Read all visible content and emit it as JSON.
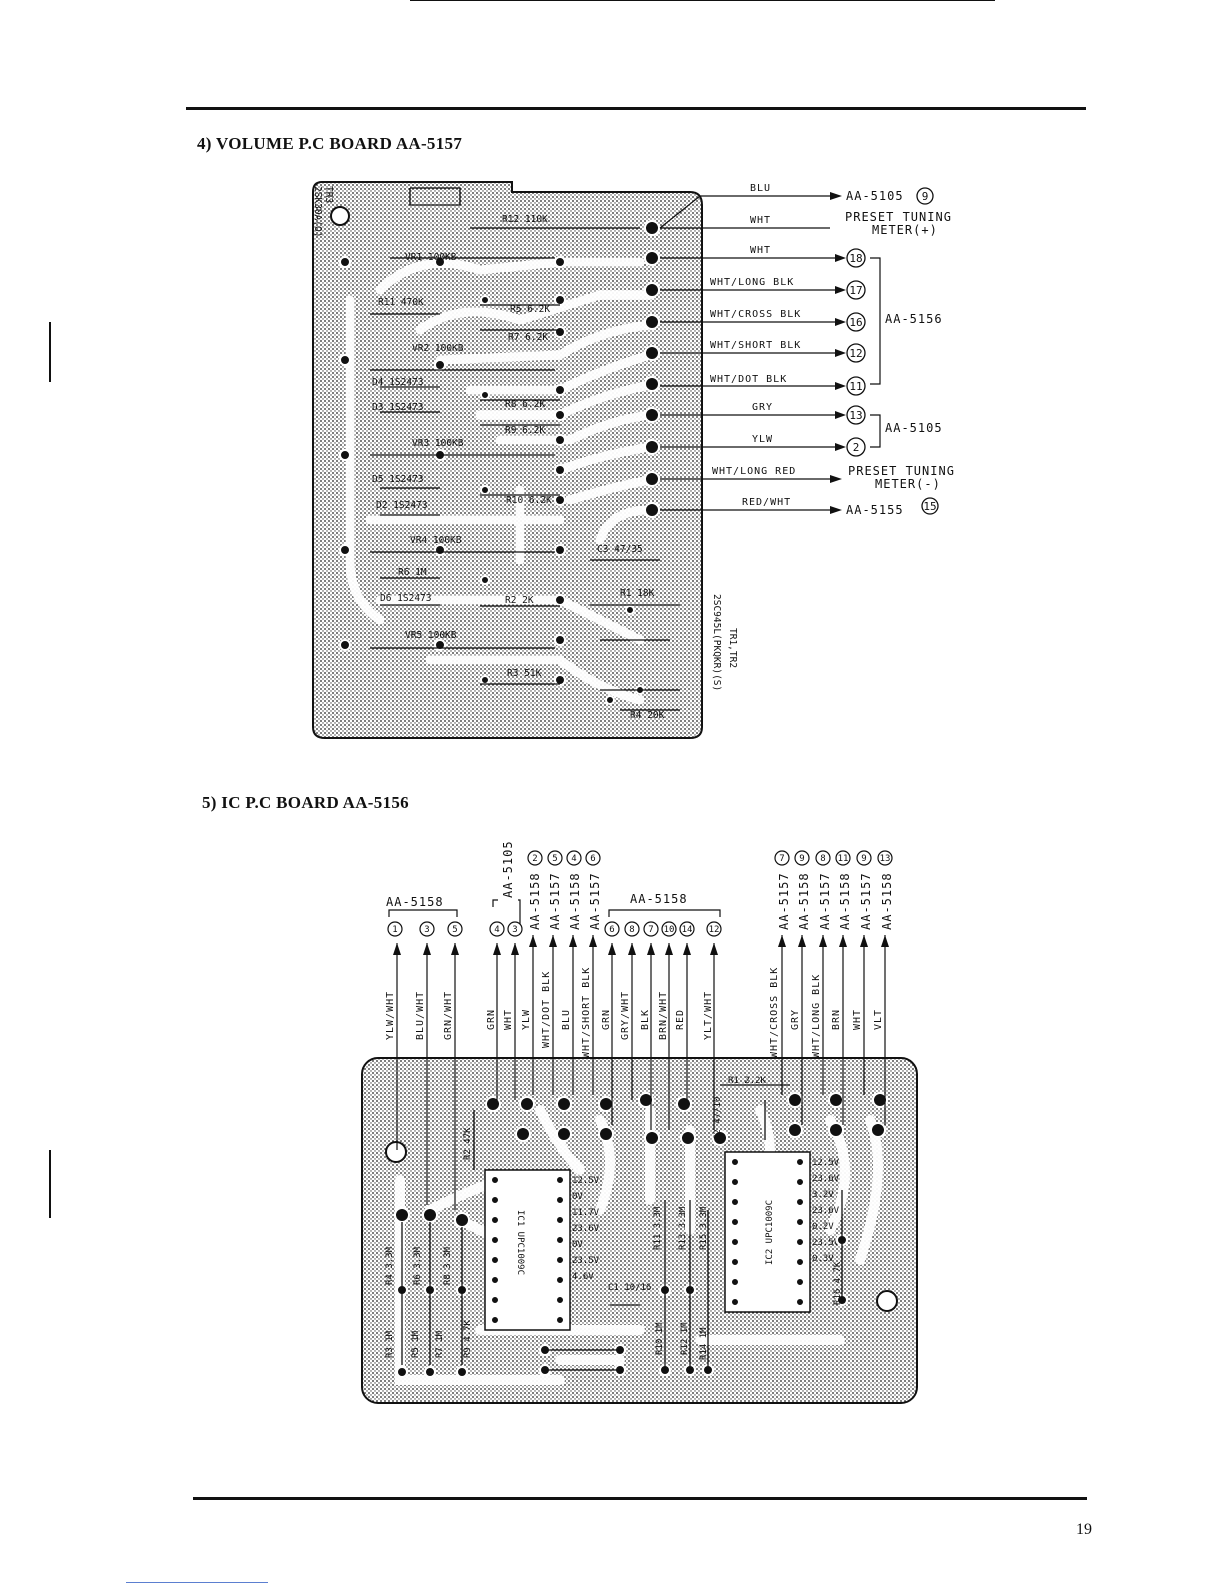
{
  "page": {
    "number": "19"
  },
  "section4": {
    "title": "4)  VOLUME P.C BOARD  AA-5157",
    "wires": [
      {
        "color": "BLU",
        "dest": "AA-5105",
        "pin": "9"
      },
      {
        "color": "WHT",
        "dest": "PRESET TUNING",
        "dest2": "METER(+)",
        "pin": ""
      },
      {
        "color": "WHT",
        "dest": "",
        "pin": "18"
      },
      {
        "color": "WHT/LONG BLK",
        "dest": "",
        "pin": "17"
      },
      {
        "color": "WHT/CROSS BLK",
        "dest": "",
        "pin": "16"
      },
      {
        "color": "WHT/SHORT BLK",
        "dest": "",
        "pin": "12"
      },
      {
        "color": "WHT/DOT BLK",
        "dest": "",
        "pin": "11"
      },
      {
        "color": "GRY",
        "dest": "",
        "pin": "13"
      },
      {
        "color": "YLW",
        "dest": "",
        "pin": "2"
      },
      {
        "color": "WHT/LONG RED",
        "dest": "PRESET TUNING",
        "dest2": "METER(-)",
        "pin": ""
      },
      {
        "color": "RED/WHT",
        "dest": "AA-5155",
        "pin": "15"
      }
    ],
    "group_label_1": "AA-5156",
    "group_label_2": "AA-5105",
    "components": [
      {
        "label": "TR3"
      },
      {
        "label": "2SK30A(O)"
      },
      {
        "label": "R12 110K"
      },
      {
        "label": "VR1 100KB"
      },
      {
        "label": "R11 470K"
      },
      {
        "label": "R5 6.2K"
      },
      {
        "label": "R7 6.2K"
      },
      {
        "label": "VR2 100KB"
      },
      {
        "label": "D4 1S2473"
      },
      {
        "label": "D3 1S2473"
      },
      {
        "label": "R8 6.2K"
      },
      {
        "label": "R9 6.2K"
      },
      {
        "label": "VR3 100KB"
      },
      {
        "label": "D5 1S2473"
      },
      {
        "label": "D2 1S2473"
      },
      {
        "label": "R10 6.2K"
      },
      {
        "label": "VR4 100KB"
      },
      {
        "label": "R6 1M"
      },
      {
        "label": "C3 47/35"
      },
      {
        "label": "D6 1S2473"
      },
      {
        "label": "R2 2K"
      },
      {
        "label": "R1 18K"
      },
      {
        "label": "VR5 100KB"
      },
      {
        "label": "R3 51K"
      },
      {
        "label": "R4 20K"
      },
      {
        "label": "2SC945L(PKQKR)(S)"
      },
      {
        "label": "TR1,TR2"
      }
    ]
  },
  "section5": {
    "title": "5)  IC P.C BOARD  AA-5156",
    "top_groups": [
      {
        "label": "AA-5158"
      },
      {
        "label": "AA-5105"
      },
      {
        "label": "AA-5158"
      }
    ],
    "wires": [
      {
        "dest": "",
        "pin": "1",
        "color": "YLW/WHT"
      },
      {
        "dest": "",
        "pin": "3",
        "color": "BLU/WHT"
      },
      {
        "dest": "",
        "pin": "5",
        "color": "GRN/WHT"
      },
      {
        "dest": "",
        "pin": "4",
        "color": "GRN"
      },
      {
        "dest": "",
        "pin": "3",
        "color": "WHT"
      },
      {
        "dest": "AA-5158",
        "pin": "2",
        "color": "YLW"
      },
      {
        "dest": "AA-5157",
        "pin": "5",
        "color": "WHT/DOT BLK"
      },
      {
        "dest": "AA-5158",
        "pin": "4",
        "color": "BLU"
      },
      {
        "dest": "AA-5157",
        "pin": "6",
        "color": "WHT/SHORT BLK"
      },
      {
        "dest": "",
        "pin": "6",
        "color": "GRN"
      },
      {
        "dest": "",
        "pin": "8",
        "color": "GRY/WHT"
      },
      {
        "dest": "",
        "pin": "7",
        "color": "BLK"
      },
      {
        "dest": "",
        "pin": "10",
        "color": "BRN/WHT"
      },
      {
        "dest": "",
        "pin": "14",
        "color": "RED"
      },
      {
        "dest": "",
        "pin": "12",
        "color": "YLT/WHT"
      },
      {
        "dest": "AA-5157",
        "pin": "7",
        "color": "WHT/CROSS BLK"
      },
      {
        "dest": "AA-5158",
        "pin": "9",
        "color": "GRY"
      },
      {
        "dest": "AA-5157",
        "pin": "8",
        "color": "WHT/LONG BLK"
      },
      {
        "dest": "AA-5158",
        "pin": "11",
        "color": "BRN"
      },
      {
        "dest": "AA-5157",
        "pin": "9",
        "color": "WHT"
      },
      {
        "dest": "AA-5158",
        "pin": "13",
        "color": "VLT"
      }
    ],
    "components": [
      {
        "label": "R1 2.2K"
      },
      {
        "label": "C2 47/10"
      },
      {
        "label": "R2 47K"
      },
      {
        "label": "R4 3.3M"
      },
      {
        "label": "R6 3.3M"
      },
      {
        "label": "R8 3.3M"
      },
      {
        "label": "R3 1M"
      },
      {
        "label": "R5 1M"
      },
      {
        "label": "R7 1M"
      },
      {
        "label": "R9 4.7K"
      },
      {
        "label": "C1 10/16"
      },
      {
        "label": "IC1 UPC1009C"
      },
      {
        "label": "IC2 UPC1009C"
      },
      {
        "label": "R11 3.3M"
      },
      {
        "label": "R13 3.3M"
      },
      {
        "label": "R15 3.3M"
      },
      {
        "label": "R10 1M"
      },
      {
        "label": "R12 1M"
      },
      {
        "label": "R14 1M"
      },
      {
        "label": "R16 4.7K"
      }
    ],
    "ic1_voltages": [
      "12.5V",
      "0V",
      "11.7V",
      "23.6V",
      "0V",
      "23.5V",
      "4.6V"
    ],
    "ic2_voltages": [
      "12.5V",
      "23.6V",
      "3.2V",
      "23.6V",
      "0.2V",
      "23.5V",
      "0.3V"
    ]
  }
}
